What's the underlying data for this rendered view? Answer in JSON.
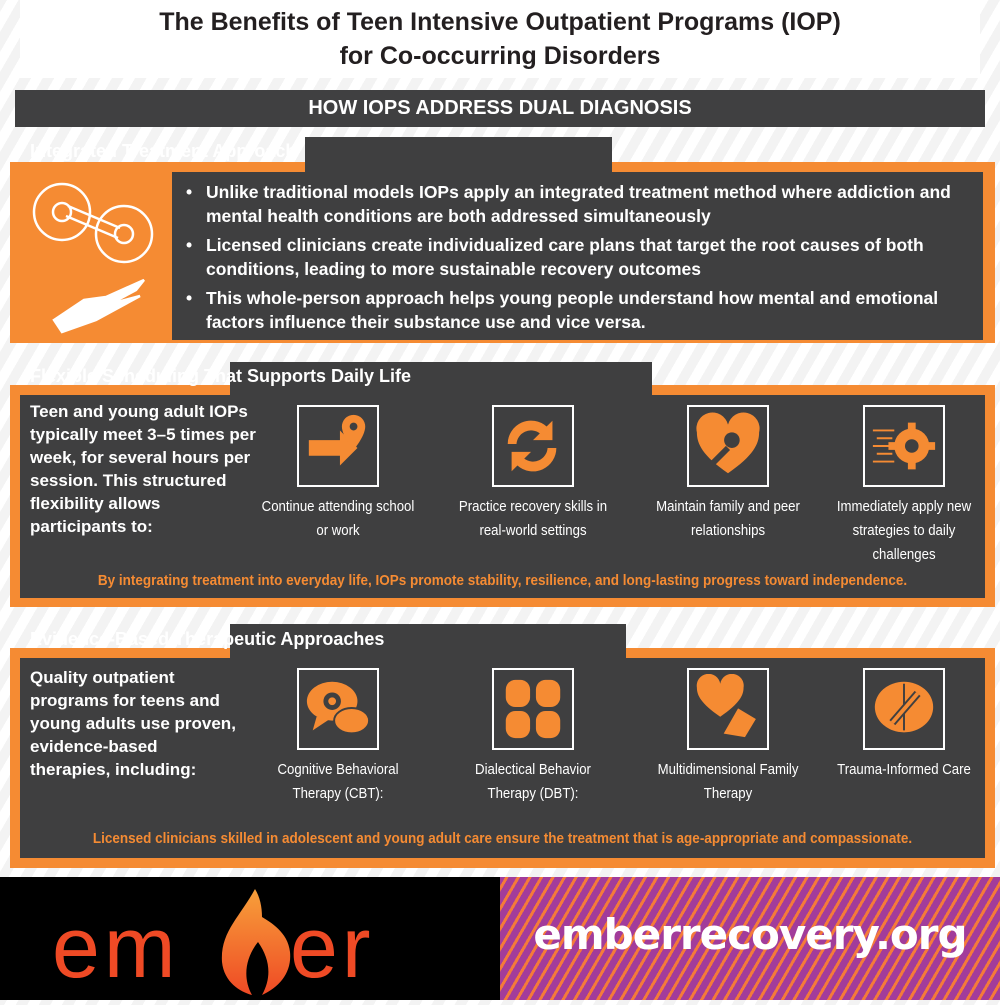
{
  "header": {
    "title_line1": "The Benefits of Teen Intensive Outpatient Programs (IOP)",
    "title_line2": "for Co-occurring Disorders",
    "banner": "HOW IOPS ADDRESS DUAL DIAGNOSIS"
  },
  "section1": {
    "heading": "Integrated Treatment Approach",
    "icon": "gears-on-hand-icon",
    "bullets": [
      "Unlike traditional models IOPs apply an integrated treatment method where addiction and mental health conditions are both addressed simultaneously",
      "Licensed clinicians create individualized care plans that target the root causes of both conditions, leading to more sustainable recovery outcomes",
      "This whole-person approach helps young people understand how mental and emotional factors influence their substance use and vice versa."
    ]
  },
  "section2": {
    "heading": "Flexible Scheduling That Supports Daily Life",
    "intro": "Teen and young adult IOPs typically meet 3–5 times per week, for several hours per session. This structured flexibility allows participants to:",
    "items": [
      {
        "icon": "arrow-to-location-icon",
        "label": "Continue attending school or work"
      },
      {
        "icon": "recycle-arrows-icon",
        "label": "Practice recovery skills in real-world settings"
      },
      {
        "icon": "heart-wrench-icon",
        "label": "Maintain family and peer relationships"
      },
      {
        "icon": "fast-gear-icon",
        "label": "Immediately apply new strategies to daily challenges"
      }
    ],
    "summary": "By integrating treatment into everyday life, IOPs promote stability, resilience, and long-lasting progress toward independence."
  },
  "section3": {
    "heading": "Evidence-Based Therapeutic Approaches",
    "intro": "Quality outpatient programs for teens and young adults use proven, evidence-based therapies, including:",
    "items": [
      {
        "icon": "speech-bubbles-gear-icon",
        "label": "Cognitive Behavioral Therapy (CBT):"
      },
      {
        "icon": "brain-quadrants-icon",
        "label": "Dialectical Behavior Therapy (DBT):"
      },
      {
        "icon": "heart-hands-icon",
        "label": "Multidimensional Family Therapy"
      },
      {
        "icon": "brain-bandage-icon",
        "label": "Trauma-Informed Care"
      }
    ],
    "summary": "Licensed clinicians skilled in adolescent and young adult care ensure the treatment that is age-appropriate and compassionate."
  },
  "footer": {
    "logo": "ember",
    "url": "emberrecovery.org"
  },
  "colors": {
    "orange": "#f58b33",
    "dark": "#3f3f40",
    "purple": "#a23c9a"
  }
}
